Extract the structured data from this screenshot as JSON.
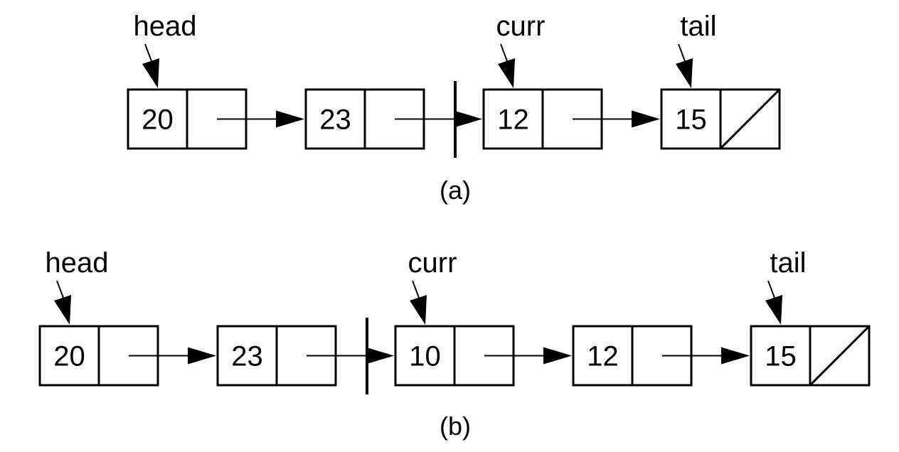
{
  "diagrams": [
    {
      "id": "a",
      "caption": "(a)",
      "nodes": [
        {
          "value": "20",
          "next": true
        },
        {
          "value": "23",
          "next": true
        },
        {
          "value": "12",
          "next": true
        },
        {
          "value": "15",
          "next": false
        }
      ],
      "pointers": [
        {
          "label": "head",
          "node": 0
        },
        {
          "label": "curr",
          "node": 2
        },
        {
          "label": "tail",
          "node": 3
        }
      ],
      "fence_after_node": 1
    },
    {
      "id": "b",
      "caption": "(b)",
      "nodes": [
        {
          "value": "20",
          "next": true
        },
        {
          "value": "23",
          "next": true
        },
        {
          "value": "10",
          "next": true
        },
        {
          "value": "12",
          "next": true
        },
        {
          "value": "15",
          "next": false
        }
      ],
      "pointers": [
        {
          "label": "head",
          "node": 0
        },
        {
          "label": "curr",
          "node": 2
        },
        {
          "label": "tail",
          "node": 4
        }
      ],
      "fence_after_node": 1
    }
  ]
}
